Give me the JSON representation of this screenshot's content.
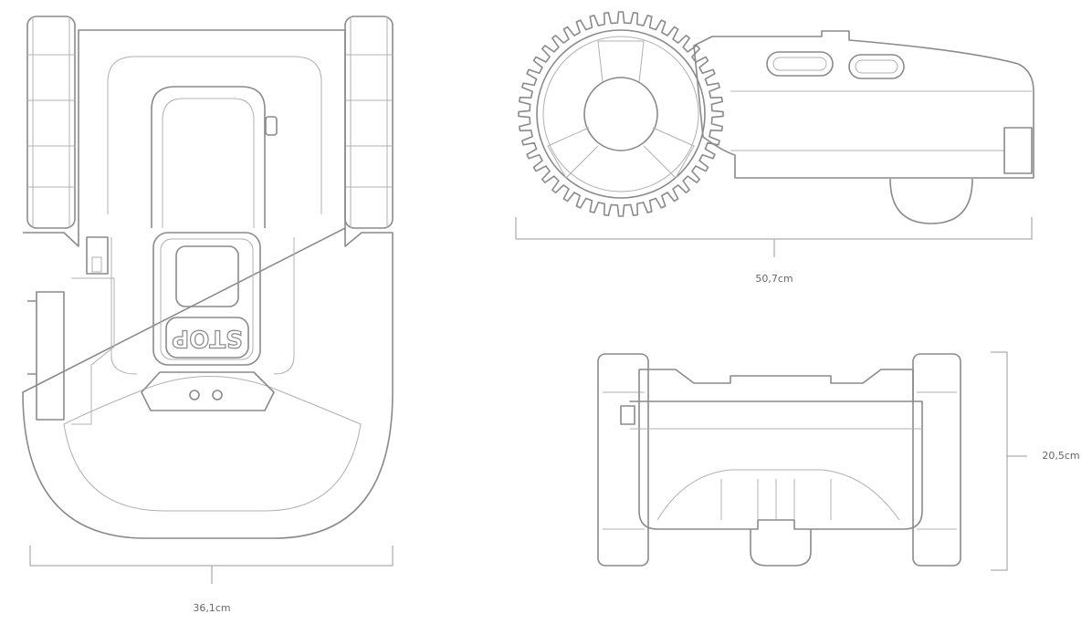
{
  "title": "Robot lawn mower dimensions",
  "views": {
    "top": {
      "width_label": "36,1cm",
      "stop_button_label": "STOP"
    },
    "side": {
      "length_label": "50,7cm"
    },
    "front": {
      "height_label": "20,5cm"
    }
  },
  "colors": {
    "line": "#8a8a8a",
    "background": "#ffffff"
  }
}
